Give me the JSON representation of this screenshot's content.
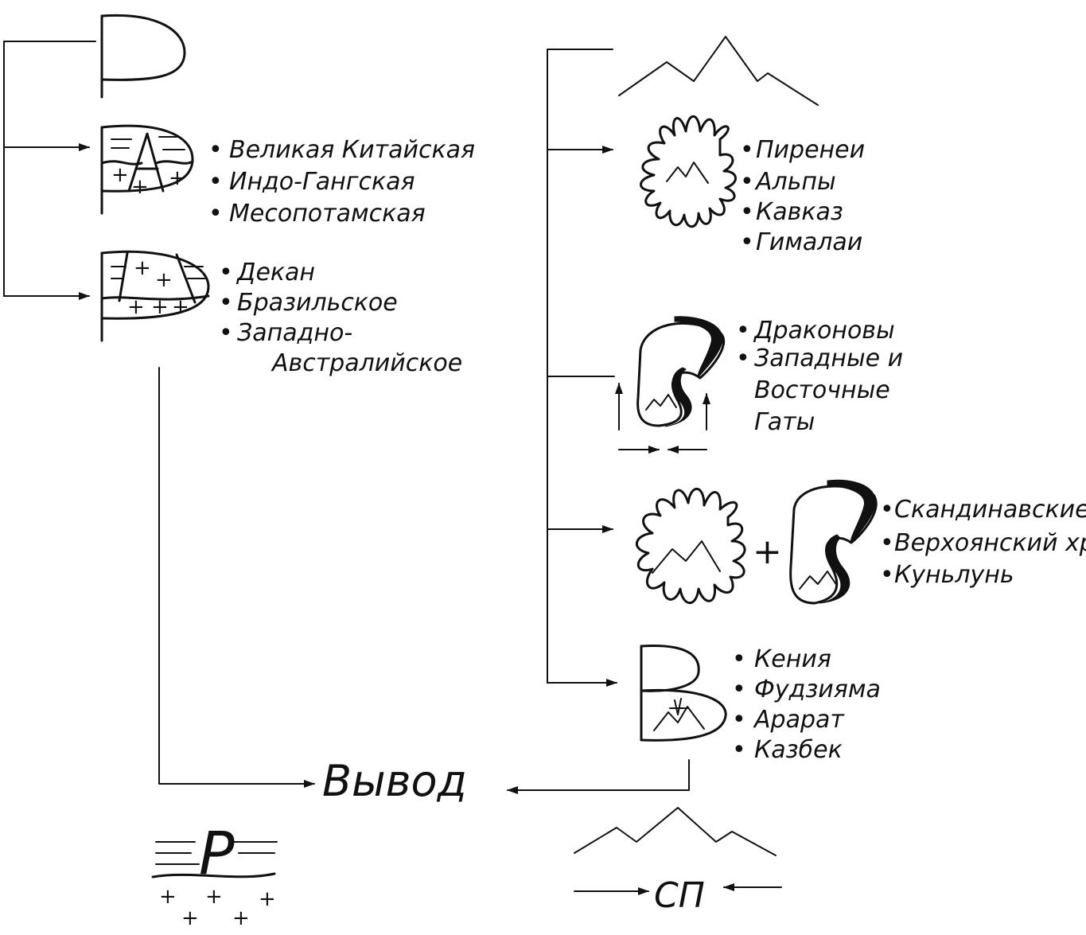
{
  "platforms": {
    "group_a": {
      "items": [
        "Великая Китайская",
        "Индо-Гангская",
        "Месопотамская"
      ]
    },
    "group_b": {
      "items": [
        "Декан",
        "Бразильское",
        "Западно-",
        "Австралийское"
      ]
    }
  },
  "mountains": {
    "group_folded": {
      "items": [
        "Пиренеи",
        "Альпы",
        "Кавказ",
        "Гималаи"
      ]
    },
    "group_block": {
      "items": [
        "Драконовы",
        "Западные и",
        "Восточные",
        "Гаты"
      ]
    },
    "group_mixed": {
      "plus_sign": "+",
      "items": [
        "Скандинавские",
        "Верхоянский хр.",
        "Куньлунь"
      ]
    },
    "group_volcanic": {
      "items": [
        "Кения",
        "Фудзияма",
        "Арарат",
        "Казбек"
      ]
    }
  },
  "conclusion": {
    "label": "Вывод",
    "platform_symbol_label": "Р",
    "folded_area_label": "СП"
  },
  "colors": {
    "ink": "#111111",
    "paper": "#ffffff"
  }
}
